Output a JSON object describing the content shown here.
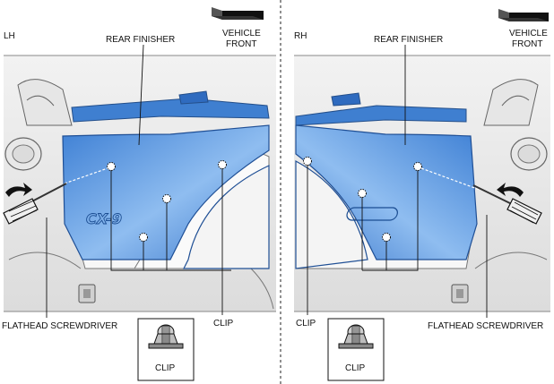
{
  "panels": {
    "left": {
      "side": "LH",
      "finisher_label": "REAR FINISHER",
      "vehicle_front_line1": "VEHICLE",
      "vehicle_front_line2": "FRONT",
      "tool_label": "FLATHEAD SCREWDRIVER",
      "clip_label": "CLIP",
      "badge_text": "CX-9",
      "inset_label": "CLIP"
    },
    "right": {
      "side": "RH",
      "finisher_label": "REAR FINISHER",
      "vehicle_front_line1": "VEHICLE",
      "vehicle_front_line2": "FRONT",
      "tool_label": "FLATHEAD SCREWDRIVER",
      "clip_label": "CLIP",
      "inset_label": "CLIP"
    }
  },
  "colors": {
    "finisher_fill": "#4f8fdc",
    "finisher_light": "#bcd6f3",
    "body_outline": "#555555",
    "background": "#ffffff"
  }
}
